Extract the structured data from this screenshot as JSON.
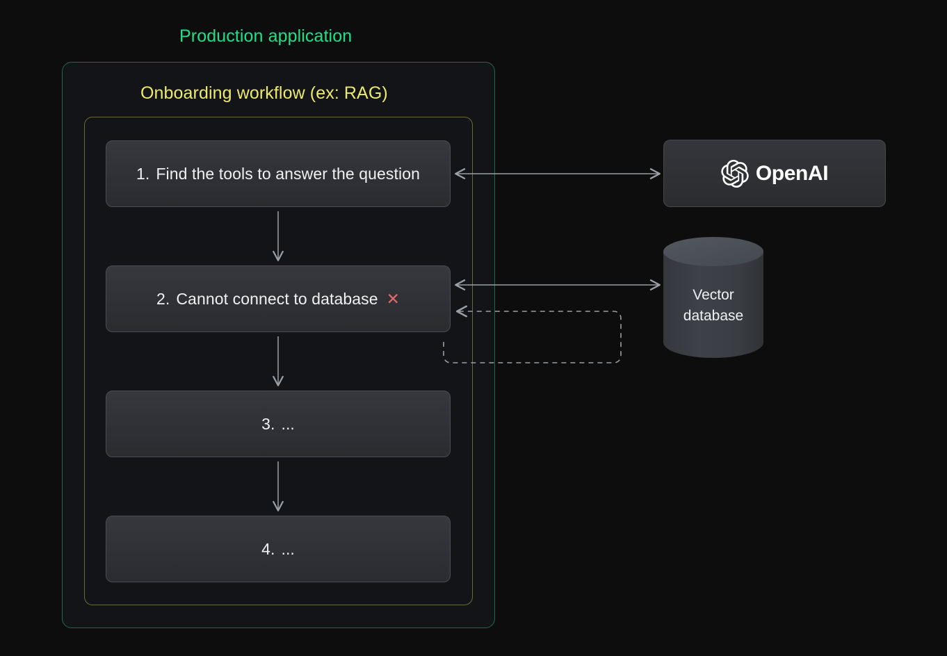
{
  "diagram": {
    "title": "Production application",
    "background_color": "#0d0d0d",
    "accent_green": "#1fe089",
    "accent_yellow": "#ece96d",
    "error_color": "#e0676b",
    "connector_color": "#9aa0a6"
  },
  "workflow": {
    "title": "Onboarding workflow (ex: RAG)",
    "steps": [
      {
        "number": "1.",
        "label": "Find the tools to answer the question",
        "status": "ok",
        "status_icon": ""
      },
      {
        "number": "2.",
        "label": "Cannot connect to database",
        "status": "failed",
        "status_icon": "✕"
      },
      {
        "number": "3.",
        "label": "...",
        "status": "ok",
        "status_icon": ""
      },
      {
        "number": "4.",
        "label": "...",
        "status": "ok",
        "status_icon": ""
      }
    ]
  },
  "services": {
    "openai": {
      "name": "OpenAI",
      "icon": "openai-blossom-logo"
    },
    "vector_db": {
      "line1": "Vector",
      "line2": "database",
      "shape": "cylinder"
    }
  },
  "connectors": [
    {
      "name": "step1-to-openai",
      "type": "solid",
      "direction": "bidirectional"
    },
    {
      "name": "step2-to-vector-db",
      "type": "solid",
      "direction": "bidirectional"
    },
    {
      "name": "retry-feedback-loop",
      "type": "dashed",
      "direction": "to-step2"
    },
    {
      "name": "step1-to-step2",
      "type": "solid",
      "direction": "down"
    },
    {
      "name": "step2-to-step3",
      "type": "solid",
      "direction": "down"
    },
    {
      "name": "step3-to-step4",
      "type": "solid",
      "direction": "down"
    }
  ]
}
